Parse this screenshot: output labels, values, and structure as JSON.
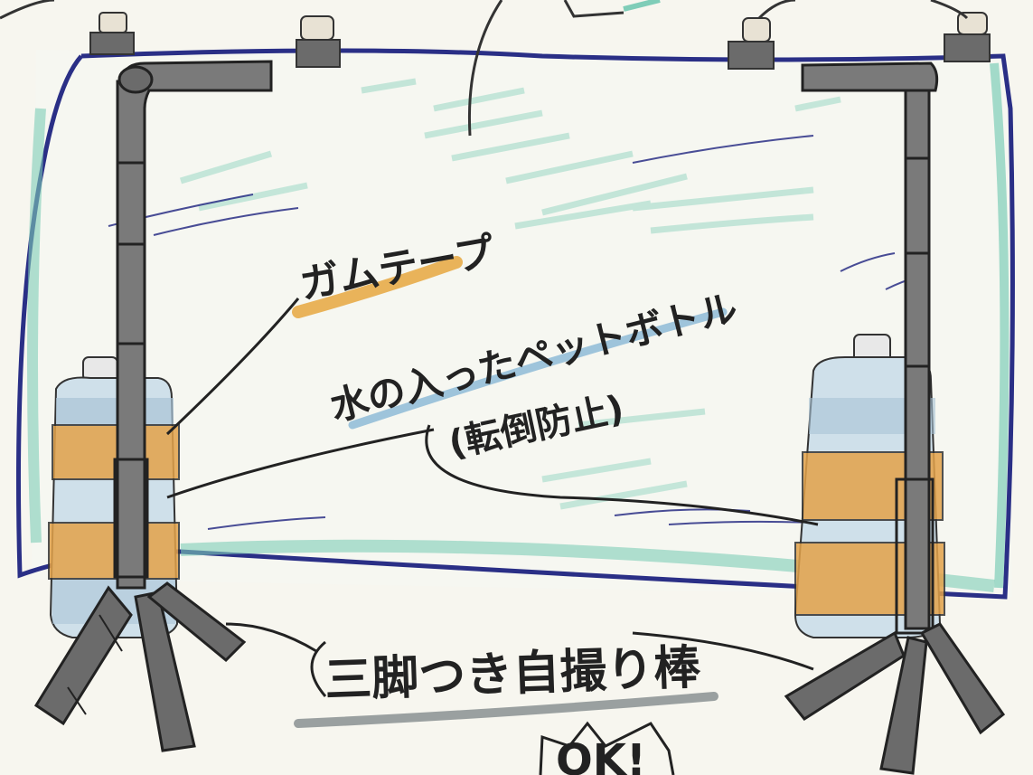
{
  "labels": {
    "gaffer_tape": "ガムテープ",
    "water_bottle_line1": "水の入ったペットボトル",
    "water_bottle_line2": "(転倒防止)",
    "selfie_stick": "三脚つき自撮り棒",
    "ok": "OK!"
  },
  "colors": {
    "backdrop_blue": "#2a2f86",
    "backdrop_green": "#7fcdb8",
    "pole_gray": "#6b6b6b",
    "pole_dark": "#3a3a3a",
    "tape_orange": "#e3a24a",
    "bottle_blue": "#a9c3d6",
    "highlight_orange": "#e9b35a",
    "highlight_blue": "#9ec4db",
    "highlight_gray": "#9aa0a0"
  },
  "icons": {
    "clip": "clip-icon"
  }
}
